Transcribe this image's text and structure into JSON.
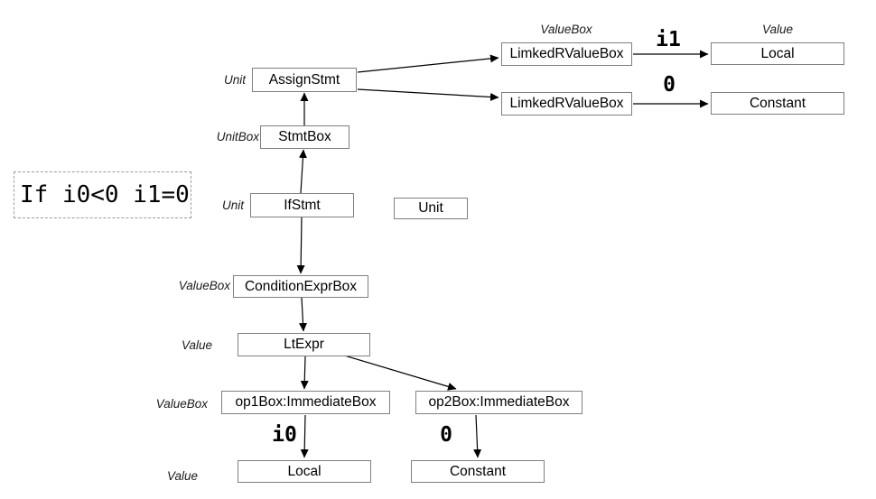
{
  "diagram": {
    "code_snippet": "If i0<0 i1=0",
    "nodes": {
      "assign_stmt": "AssignStmt",
      "stmt_box": "StmtBox",
      "if_stmt": "IfStmt",
      "unit_floating": "Unit",
      "linked_rvalue_box_1": "LimkedRValueBox",
      "local_top": "Local",
      "linked_rvalue_box_2": "LimkedRValueBox",
      "constant_top": "Constant",
      "condition_expr_box": "ConditionExprBox",
      "lt_expr": "LtExpr",
      "op1_box": "op1Box:ImmediateBox",
      "op2_box": "op2Box:ImmediateBox",
      "local_bottom": "Local",
      "constant_bottom": "Constant"
    },
    "type_labels": {
      "unit_assign": "Unit",
      "unit_box": "UnitBox",
      "unit_if": "Unit",
      "value_box_top": "ValueBox",
      "value_top": "Value",
      "value_box_cond": "ValueBox",
      "value_lt": "Value",
      "value_box_op": "ValueBox",
      "value_bottom": "Value"
    },
    "edge_labels": {
      "i1": "i1",
      "zero_top": "0",
      "i0": "i0",
      "zero_bottom": "0"
    },
    "colors": {
      "background": "#ffffff",
      "box_border": "#7f7f7f",
      "dashed_border": "#9b9b9b",
      "arrow": "#000000",
      "text": "#000000"
    }
  }
}
